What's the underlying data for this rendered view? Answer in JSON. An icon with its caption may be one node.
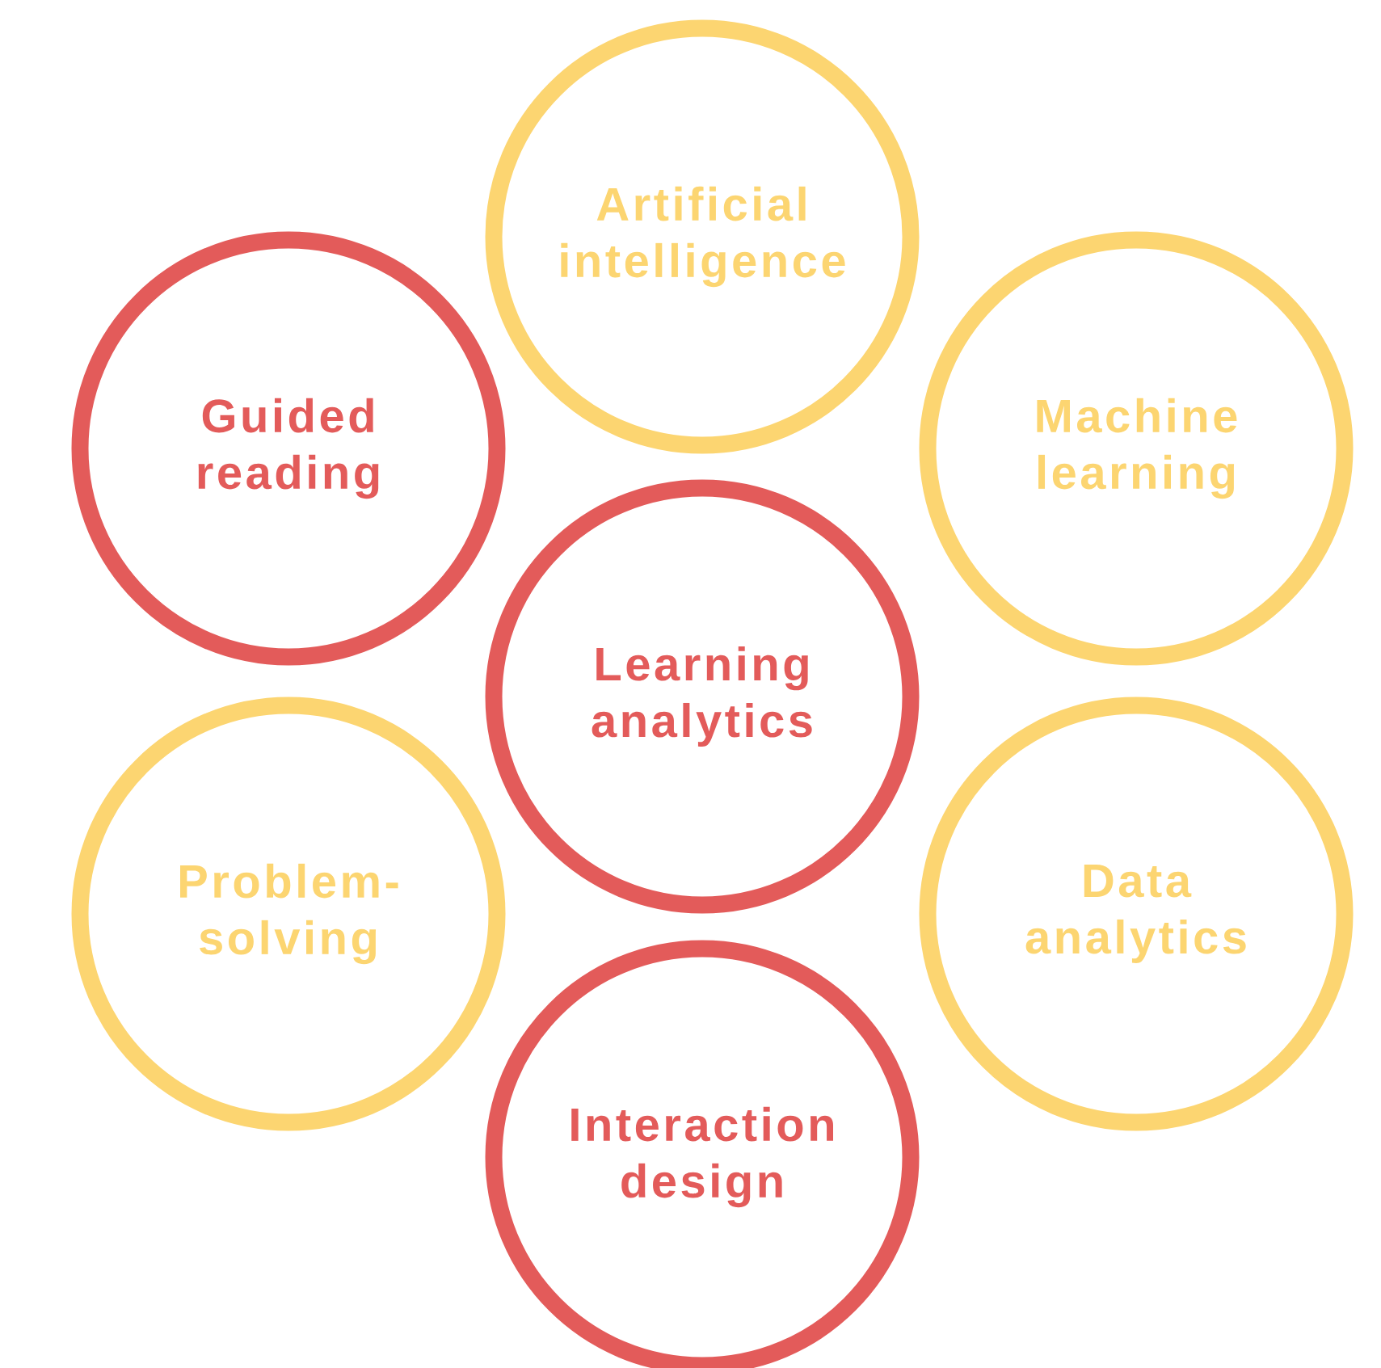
{
  "diagram": {
    "nodes": [
      {
        "text": [
          "Artificial intelligence"
        ]
      },
      {
        "text": [
          "Guided reading"
        ]
      },
      {
        "text": [
          "Machine learning"
        ]
      },
      {
        "text": [
          "Learning analytics"
        ]
      },
      {
        "text": [
          "Problem-solving"
        ]
      },
      {
        "text": [
          "Data analytics"
        ]
      },
      {
        "text": [
          "Interaction design"
        ]
      }
    ]
  }
}
